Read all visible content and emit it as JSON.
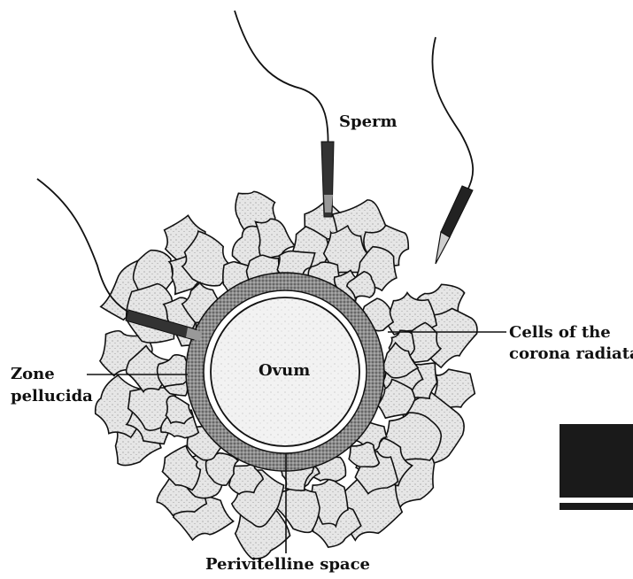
{
  "diagram": {
    "labels": {
      "sperm": "Sperm",
      "ovum": "Ovum",
      "corona_line1": "Cells of the",
      "corona_line2": "corona radiata",
      "zona_line1": "Zone",
      "zona_line2": "pellucida",
      "perivitelline": "Perivitelline space"
    },
    "colors": {
      "ink": "#111111",
      "paper": "#ffffff",
      "cell_fill": "#d9d9d9",
      "zona_fill": "#9a9a9a",
      "ovum_fill": "#eeeeee",
      "corner_block": "#1a1a1a"
    }
  }
}
